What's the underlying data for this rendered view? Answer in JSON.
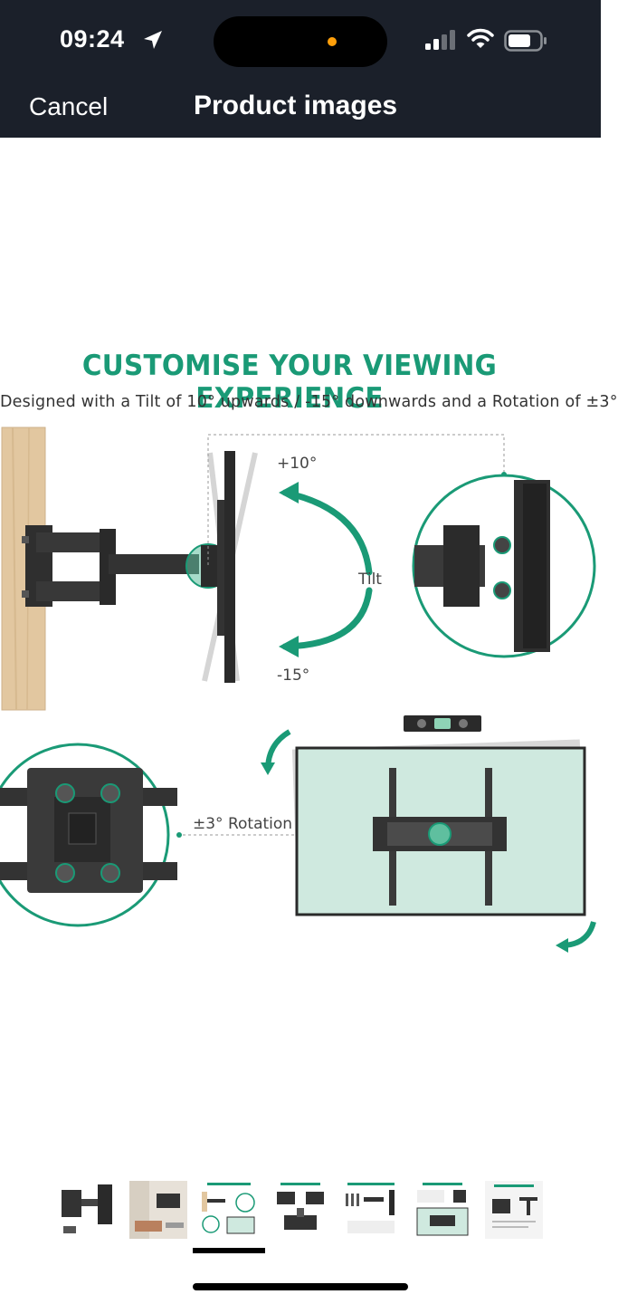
{
  "status": {
    "time": "09:24"
  },
  "nav": {
    "cancel_label": "Cancel",
    "title": "Product images"
  },
  "image": {
    "headline": "CUSTOMISE YOUR VIEWING EXPERIENCE",
    "subline": "Designed with a Tilt of 10° upwards / -15° downwards and a Rotation of ±3°",
    "label_up": "+10°",
    "label_tilt": "Tilt",
    "label_down": "-15°",
    "label_rotation": "±3° Rotation"
  },
  "thumbnails": {
    "count": 7,
    "selected_index": 2
  },
  "colors": {
    "accent_green": "#1a9a76",
    "bar_dark": "#1b202a",
    "screen_tint": "#cfe9df"
  }
}
